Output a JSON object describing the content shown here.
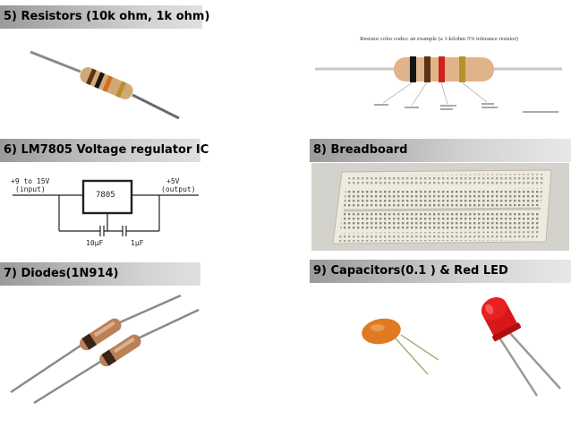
{
  "headers": {
    "resistors": "5) Resistors (10k ohm, 1k ohm)",
    "regulator": "6) LM7805 Voltage regulator IC",
    "diodes": "7) Diodes(1N914)",
    "breadboard": "8) Breadboard",
    "capacitors": "9) Capacitors(0.1 ) & Red LED"
  },
  "color_code_figure": {
    "caption": "Resistor color codes: an example (a 1-kilohm 5% tolerance resistor)"
  },
  "regulator_circuit": {
    "input_voltage": "+9 to 15V",
    "input_label": "(input)",
    "ic_label": "7805",
    "output_voltage": "+5V",
    "output_label": "(output)",
    "cap_left": "10µF",
    "cap_right": "1µF"
  },
  "colors": {
    "band_brown": "#5a3218",
    "band_black": "#141414",
    "band_red": "#d02020",
    "band_gold": "#b8902a",
    "resistor_body": "#e0b48a",
    "led_red": "#d81818",
    "capacitor_orange": "#e07a20"
  }
}
